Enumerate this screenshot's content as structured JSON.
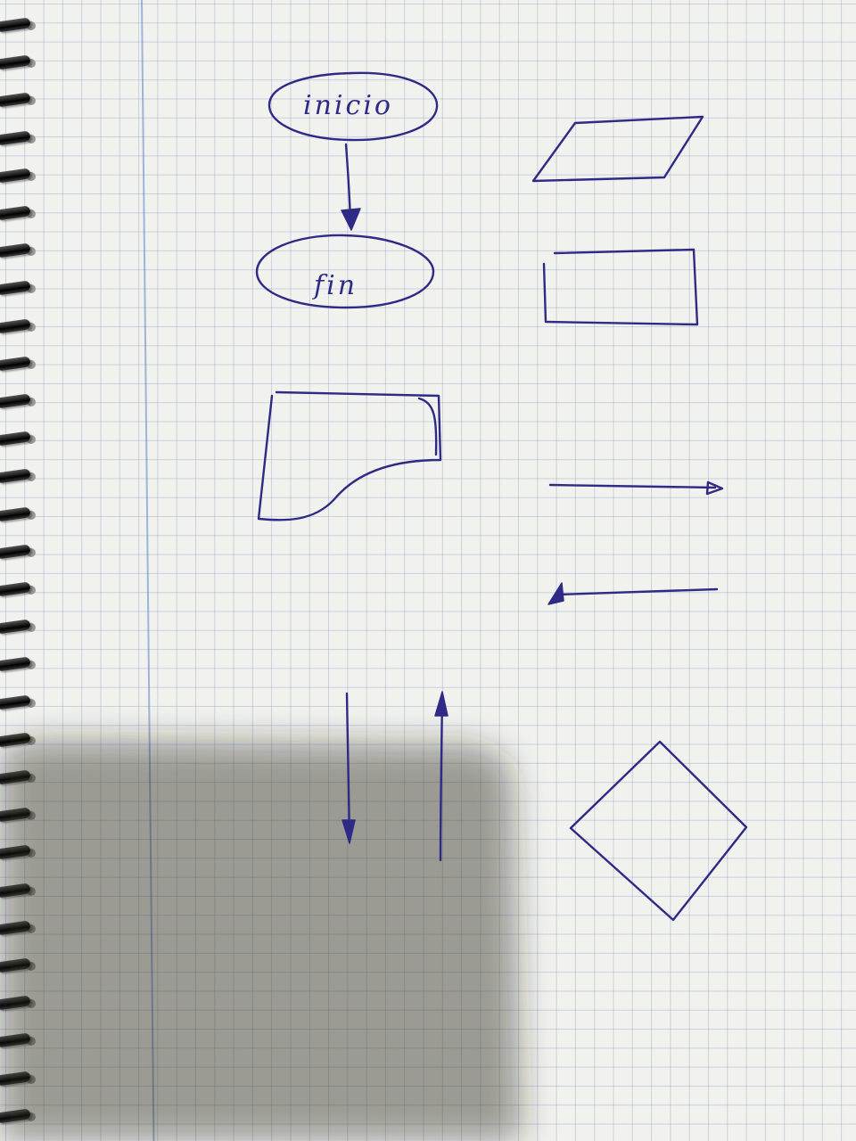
{
  "notebook": {
    "paper_color": "#f1f1ee",
    "grid_color": "#7896be",
    "ink_color": "#2e2a86",
    "spiral_color": "#111111"
  },
  "diagram": {
    "start_label": "inicio",
    "end_label": "fin",
    "shapes": [
      "start-terminal",
      "end-terminal",
      "input-output-parallelogram",
      "process-rectangle",
      "document-shape",
      "arrow-right",
      "arrow-left",
      "arrow-down",
      "arrow-up",
      "decision-diamond"
    ]
  }
}
